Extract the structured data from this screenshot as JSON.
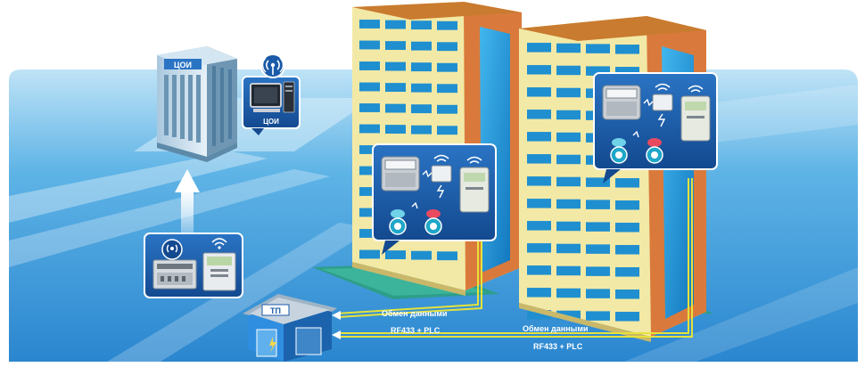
{
  "headquarters": {
    "building_sign": "ЦОИ",
    "monitor_caption": "ЦОИ"
  },
  "substation": {
    "sign": "ТП"
  },
  "links": {
    "near_exchange": "Обмен данными",
    "near_protocol": "RF433 + PLC",
    "far_exchange": "Обмен данными",
    "far_protocol": "RF433 + PLC"
  },
  "colors": {
    "ground_blue": "#2b8fd4",
    "panel_blue": "#1a5aa8",
    "facade_cream": "#f3e9a6",
    "wall_orange": "#d97a3c",
    "glass_blue": "#1f9ad8",
    "link_line": "#e6e23a",
    "lawn_green": "#2e9e8a"
  }
}
